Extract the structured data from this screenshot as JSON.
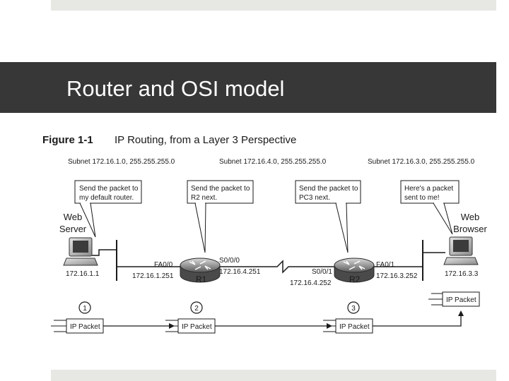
{
  "slide": {
    "title": "Router and OSI model"
  },
  "figure": {
    "number": "Figure 1-1",
    "caption": "IP Routing, from a Layer 3 Perspective",
    "subnets": [
      "Subnet 172.16.1.0, 255.255.255.0",
      "Subnet 172.16.4.0, 255.255.255.0",
      "Subnet 172.16.3.0, 255.255.255.0"
    ],
    "callouts": {
      "web_server": [
        "Send the packet to",
        "my default router."
      ],
      "r1": [
        "Send the packet to",
        "R2 next."
      ],
      "r2": [
        "Send the packet to",
        "PC3 next."
      ],
      "browser": [
        "Here's a packet",
        "sent to me!"
      ]
    },
    "hosts": {
      "web_server": {
        "line1": "Web",
        "line2": "Server",
        "ip": "172.16.1.1"
      },
      "web_browser": {
        "line1": "Web",
        "line2": "Browser",
        "ip": "172.16.3.3"
      }
    },
    "routers": {
      "r1": {
        "name": "R1",
        "if_left": "FA0/0",
        "ip_left": "172.16.1.251",
        "if_right": "S0/0/0",
        "ip_right": "172.16.4.251"
      },
      "r2": {
        "name": "R2",
        "if_left": "S0/0/1",
        "ip_left": "172.16.4.252",
        "if_right": "FA0/1",
        "ip_right": "172.16.3.252"
      }
    },
    "steps": [
      "1",
      "2",
      "3"
    ],
    "packet_label": "IP Packet"
  }
}
